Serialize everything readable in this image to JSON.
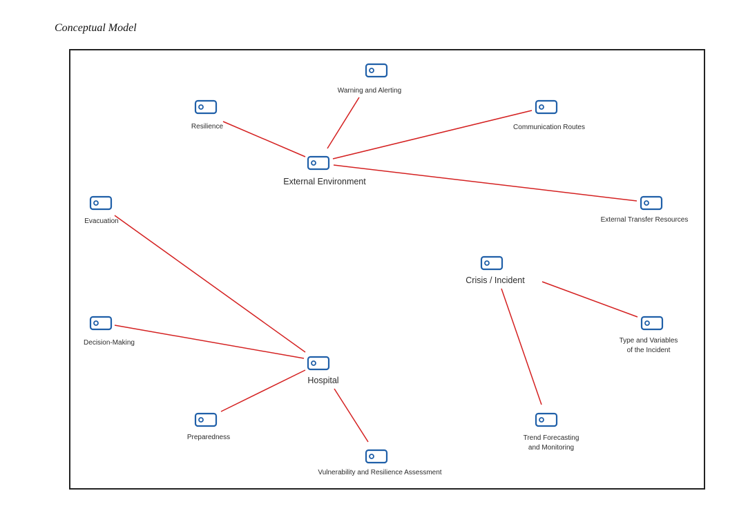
{
  "caption": "Conceptual Model",
  "colors": {
    "edge": "#d42020",
    "icon": "#1f5fa8",
    "frame": "#222222"
  },
  "nodes": [
    {
      "id": "warning",
      "label_lines": [
        "Warning and Alerting"
      ],
      "icon": "tag-icon"
    },
    {
      "id": "resilience",
      "label_lines": [
        "Resilience"
      ],
      "icon": "tag-icon"
    },
    {
      "id": "communication",
      "label_lines": [
        "Communication Routes"
      ],
      "icon": "tag-icon"
    },
    {
      "id": "external_env",
      "label_lines": [
        "External Environment"
      ],
      "icon": "tag-icon",
      "hub": true
    },
    {
      "id": "evacuation",
      "label_lines": [
        "Evacuation"
      ],
      "icon": "tag-icon"
    },
    {
      "id": "external_transfer",
      "label_lines": [
        "External Transfer Resources"
      ],
      "icon": "tag-icon"
    },
    {
      "id": "crisis",
      "label_lines": [
        "Crisis / Incident"
      ],
      "icon": "tag-icon",
      "hub": true
    },
    {
      "id": "decision",
      "label_lines": [
        "Decision-Making"
      ],
      "icon": "tag-icon"
    },
    {
      "id": "type_vars",
      "label_lines": [
        "Type and Variables",
        "of the Incident"
      ],
      "icon": "tag-icon"
    },
    {
      "id": "hospital",
      "label_lines": [
        "Hospital"
      ],
      "icon": "tag-icon",
      "hub": true
    },
    {
      "id": "preparedness",
      "label_lines": [
        "Preparedness"
      ],
      "icon": "tag-icon"
    },
    {
      "id": "trend",
      "label_lines": [
        "Trend Forecasting",
        "and Monitoring"
      ],
      "icon": "tag-icon"
    },
    {
      "id": "vulnerability",
      "label_lines": [
        "Vulnerability and Resilience Assessment"
      ],
      "icon": "tag-icon"
    }
  ],
  "edges": [
    {
      "from": "external_env",
      "to": "resilience"
    },
    {
      "from": "external_env",
      "to": "warning"
    },
    {
      "from": "external_env",
      "to": "communication"
    },
    {
      "from": "external_env",
      "to": "external_transfer"
    },
    {
      "from": "hospital",
      "to": "evacuation"
    },
    {
      "from": "hospital",
      "to": "decision"
    },
    {
      "from": "hospital",
      "to": "preparedness"
    },
    {
      "from": "hospital",
      "to": "vulnerability"
    },
    {
      "from": "crisis",
      "to": "type_vars"
    },
    {
      "from": "crisis",
      "to": "trend"
    }
  ]
}
